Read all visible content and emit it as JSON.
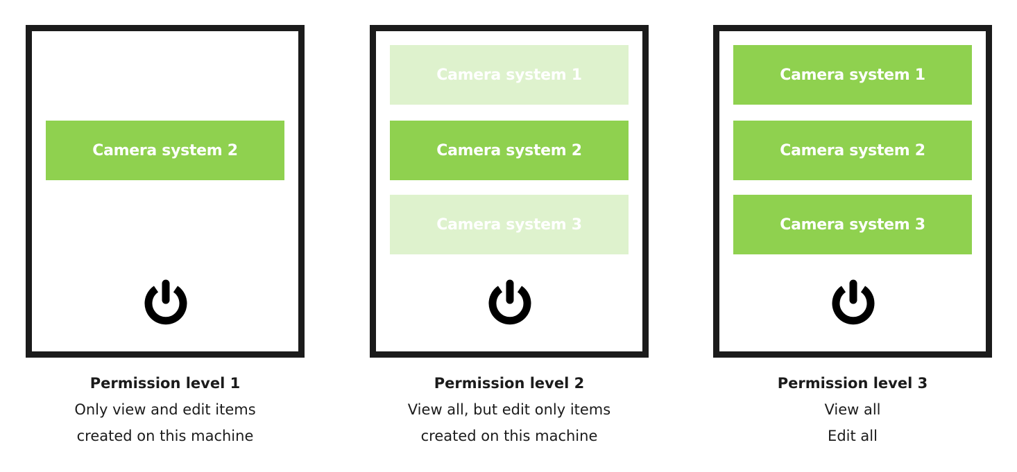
{
  "colors": {
    "enabled": "#8fd14f",
    "disabled": "#def2cd",
    "frame": "#1b1b1b"
  },
  "panels": [
    {
      "title": "Permission level 1",
      "lines": [
        "Only view and edit items",
        "created on this machine"
      ],
      "buttons": [
        {
          "label": "Camera system 2",
          "state": "enabled"
        }
      ],
      "icon": "power-icon"
    },
    {
      "title": "Permission level 2",
      "lines": [
        "View all, but edit only items",
        "created on this machine"
      ],
      "buttons": [
        {
          "label": "Camera system 1",
          "state": "disabled"
        },
        {
          "label": "Camera system 2",
          "state": "enabled"
        },
        {
          "label": "Camera system 3",
          "state": "disabled"
        }
      ],
      "icon": "power-icon"
    },
    {
      "title": "Permission level 3",
      "lines": [
        "View all",
        "Edit all"
      ],
      "buttons": [
        {
          "label": "Camera system 1",
          "state": "enabled"
        },
        {
          "label": "Camera system 2",
          "state": "enabled"
        },
        {
          "label": "Camera system 3",
          "state": "enabled"
        }
      ],
      "icon": "power-icon"
    }
  ]
}
